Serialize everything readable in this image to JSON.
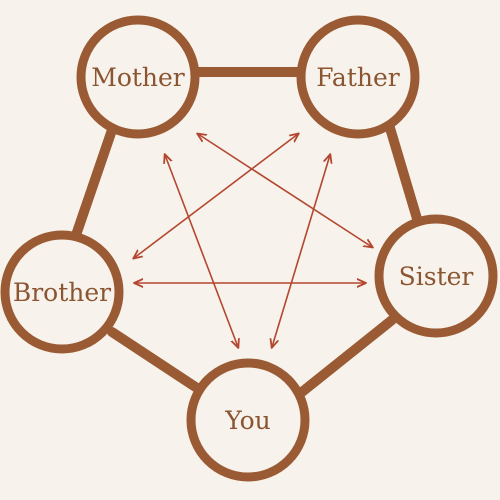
{
  "colors": {
    "background": "#f7f3ec",
    "node_stroke": "#9a5b34",
    "node_fill": "#f7f3ec",
    "outer_line": "#9a5b34",
    "arrow": "#b3472f",
    "label": "#8a5530"
  },
  "nodes": {
    "mother": "Mother",
    "father": "Father",
    "sister": "Sister",
    "you": "You",
    "brother": "Brother"
  },
  "connections": {
    "outer_ring": [
      "Mother–Father",
      "Father–Sister",
      "Sister–You",
      "You–Brother",
      "Brother–Mother"
    ],
    "inner_star_bidirectional": [
      "Mother–Sister",
      "Mother–You",
      "Father–Brother",
      "Father–You",
      "Brother–Sister"
    ]
  }
}
